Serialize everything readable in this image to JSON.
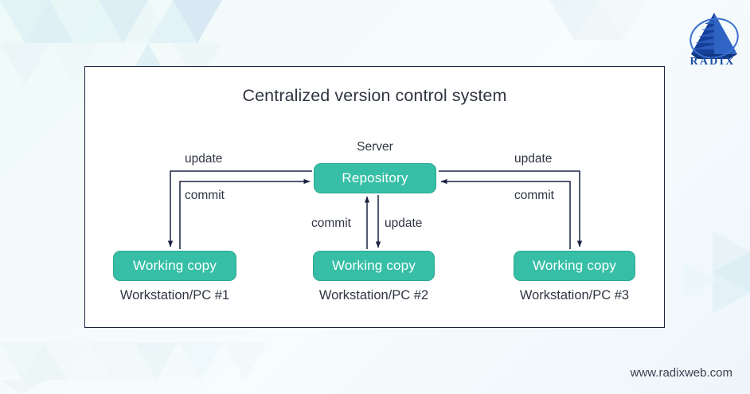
{
  "diagram": {
    "title": "Centralized version control system",
    "server_label": "Server",
    "nodes": {
      "repository": "Repository",
      "working_copies": [
        "Working copy",
        "Working copy",
        "Working copy"
      ]
    },
    "workstation_captions": [
      "Workstation/PC #1",
      "Workstation/PC #2",
      "Workstation/PC #3"
    ],
    "arrow_labels": {
      "update_left": "update",
      "commit_left": "commit",
      "update_right": "update",
      "commit_right": "commit",
      "commit_middle": "commit",
      "update_middle": "update"
    },
    "colors": {
      "node_fill": "#36bfa6",
      "node_border": "#2aa791",
      "node_text": "#ffffff",
      "frame_border": "#1b2340",
      "connector": "#1b2340",
      "text": "#2f3542",
      "background": "#f2fafa"
    }
  },
  "branding": {
    "logo_name": "radix-logo",
    "wordmark": "RADIX",
    "logo_color": "#1b4fa8",
    "footer_url": "www.radixweb.com"
  }
}
